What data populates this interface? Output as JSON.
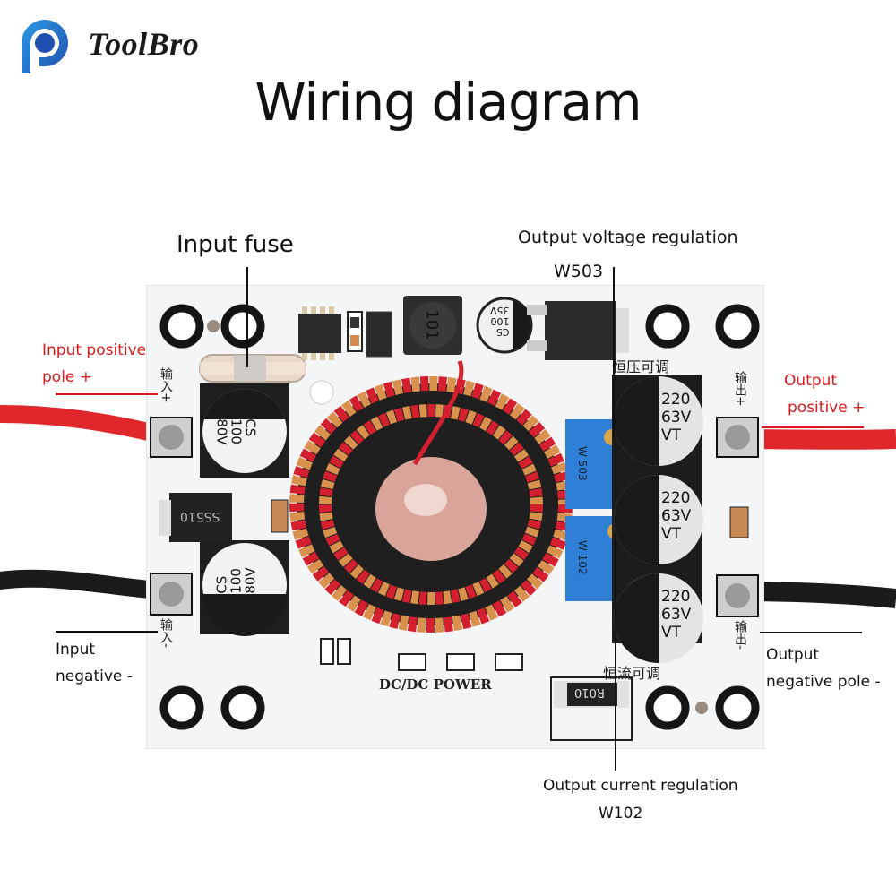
{
  "brand": {
    "name": "ToolBro",
    "logo_icon": "toolbro-p-logo-icon",
    "colors": {
      "logo_dark": "#1f4fae",
      "logo_light": "#2e9ae6"
    }
  },
  "title": "Wiring diagram",
  "callouts": {
    "input_fuse": "Input fuse",
    "output_voltage_regulation": {
      "line1": "Output voltage regulation",
      "line2": "W503"
    },
    "output_current_regulation": {
      "line1": "Output current regulation",
      "line2": "W102"
    },
    "input_positive": {
      "line1": "Input positive",
      "line2": "pole +"
    },
    "input_negative": {
      "line1": "Input",
      "line2": "negative -"
    },
    "output_positive": {
      "line1": "Output",
      "line2": "positive +"
    },
    "output_negative": {
      "line1": "Output",
      "line2": "negative pole -"
    }
  },
  "board": {
    "silkscreen": {
      "dc_dc_power": "DC/DC POWER",
      "cv_adjust": "恒压可调",
      "cc_adjust": "恒流可调",
      "input_pos": "输入+",
      "input_neg": "输入-",
      "output_pos": "输出+",
      "output_neg": "输出-"
    },
    "components": {
      "input_cap_top": {
        "line1": "CS",
        "line2": "100",
        "line3": "80V"
      },
      "input_cap_bottom": {
        "line1": "CS",
        "line2": "100",
        "line3": "80V"
      },
      "diode": "SS510",
      "inductor": "101",
      "small_cap": {
        "line1": "CS",
        "line2": "100",
        "line3": "35V"
      },
      "output_caps": [
        {
          "line1": "220",
          "line2": "63V",
          "line3": "VT"
        },
        {
          "line1": "220",
          "line2": "63V",
          "line3": "VT"
        },
        {
          "line1": "220",
          "line2": "63V",
          "line3": "VT"
        }
      ],
      "pot_voltage": "W 503",
      "pot_current": "W 102",
      "shunt_resistor": "R010"
    },
    "colors": {
      "pcb": "#f4f5f7",
      "wire_positive": "#e0282c",
      "wire_negative": "#1b1b1b",
      "pot_blue": "#2f7fd6",
      "copper": "#d9924e",
      "enamel_red": "#d4202e",
      "callout_red": "#d81c1c"
    }
  }
}
